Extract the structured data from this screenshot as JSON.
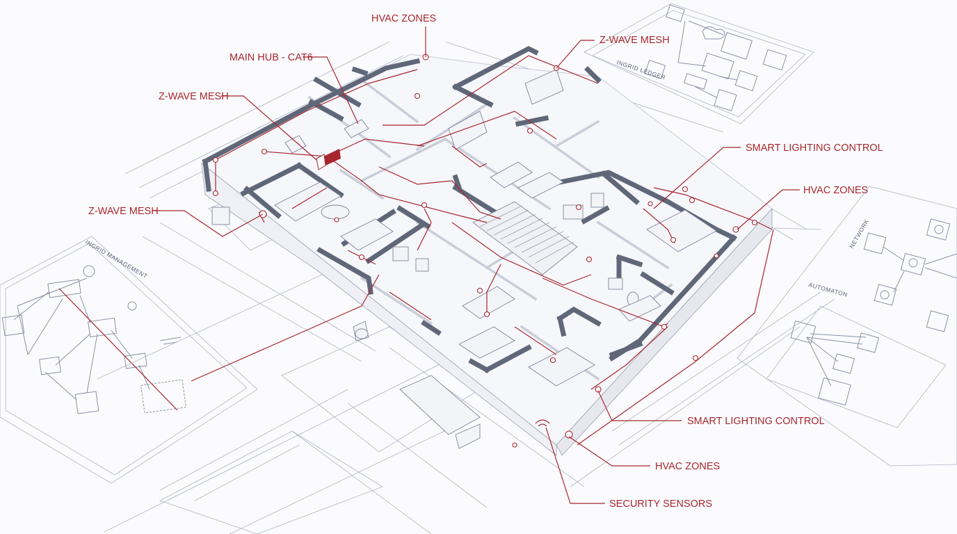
{
  "callouts": [
    {
      "id": "hvac-top",
      "text": "HVAC ZONES"
    },
    {
      "id": "zwave-top-right",
      "text": "Z-WAVE MESH"
    },
    {
      "id": "main-hub",
      "text": "MAIN HUB - CAT6"
    },
    {
      "id": "zwave-left-upper",
      "text": "Z-WAVE MESH"
    },
    {
      "id": "smart-lighting-right",
      "text": "SMART LIGHTING CONTROL"
    },
    {
      "id": "hvac-right",
      "text": "HVAC ZONES"
    },
    {
      "id": "zwave-left-lower",
      "text": "Z-WAVE MESH"
    },
    {
      "id": "smart-lighting-bottom",
      "text": "SMART LIGHTING CONTROL"
    },
    {
      "id": "hvac-bottom",
      "text": "HVAC ZONES"
    },
    {
      "id": "security",
      "text": "SECURITY SENSORS"
    }
  ],
  "sheets": {
    "left_title": "INGRID MANAGEMENT",
    "right_title": "AUTOMATON",
    "right_top_label": "NETWORK",
    "top_right_label": "INGRID LEDGER"
  },
  "colors": {
    "annotation_red": "#a8262e",
    "blueprint_ink": "#5c6378",
    "wall_gray": "#5f6779",
    "paper": "#fbfbfd"
  }
}
